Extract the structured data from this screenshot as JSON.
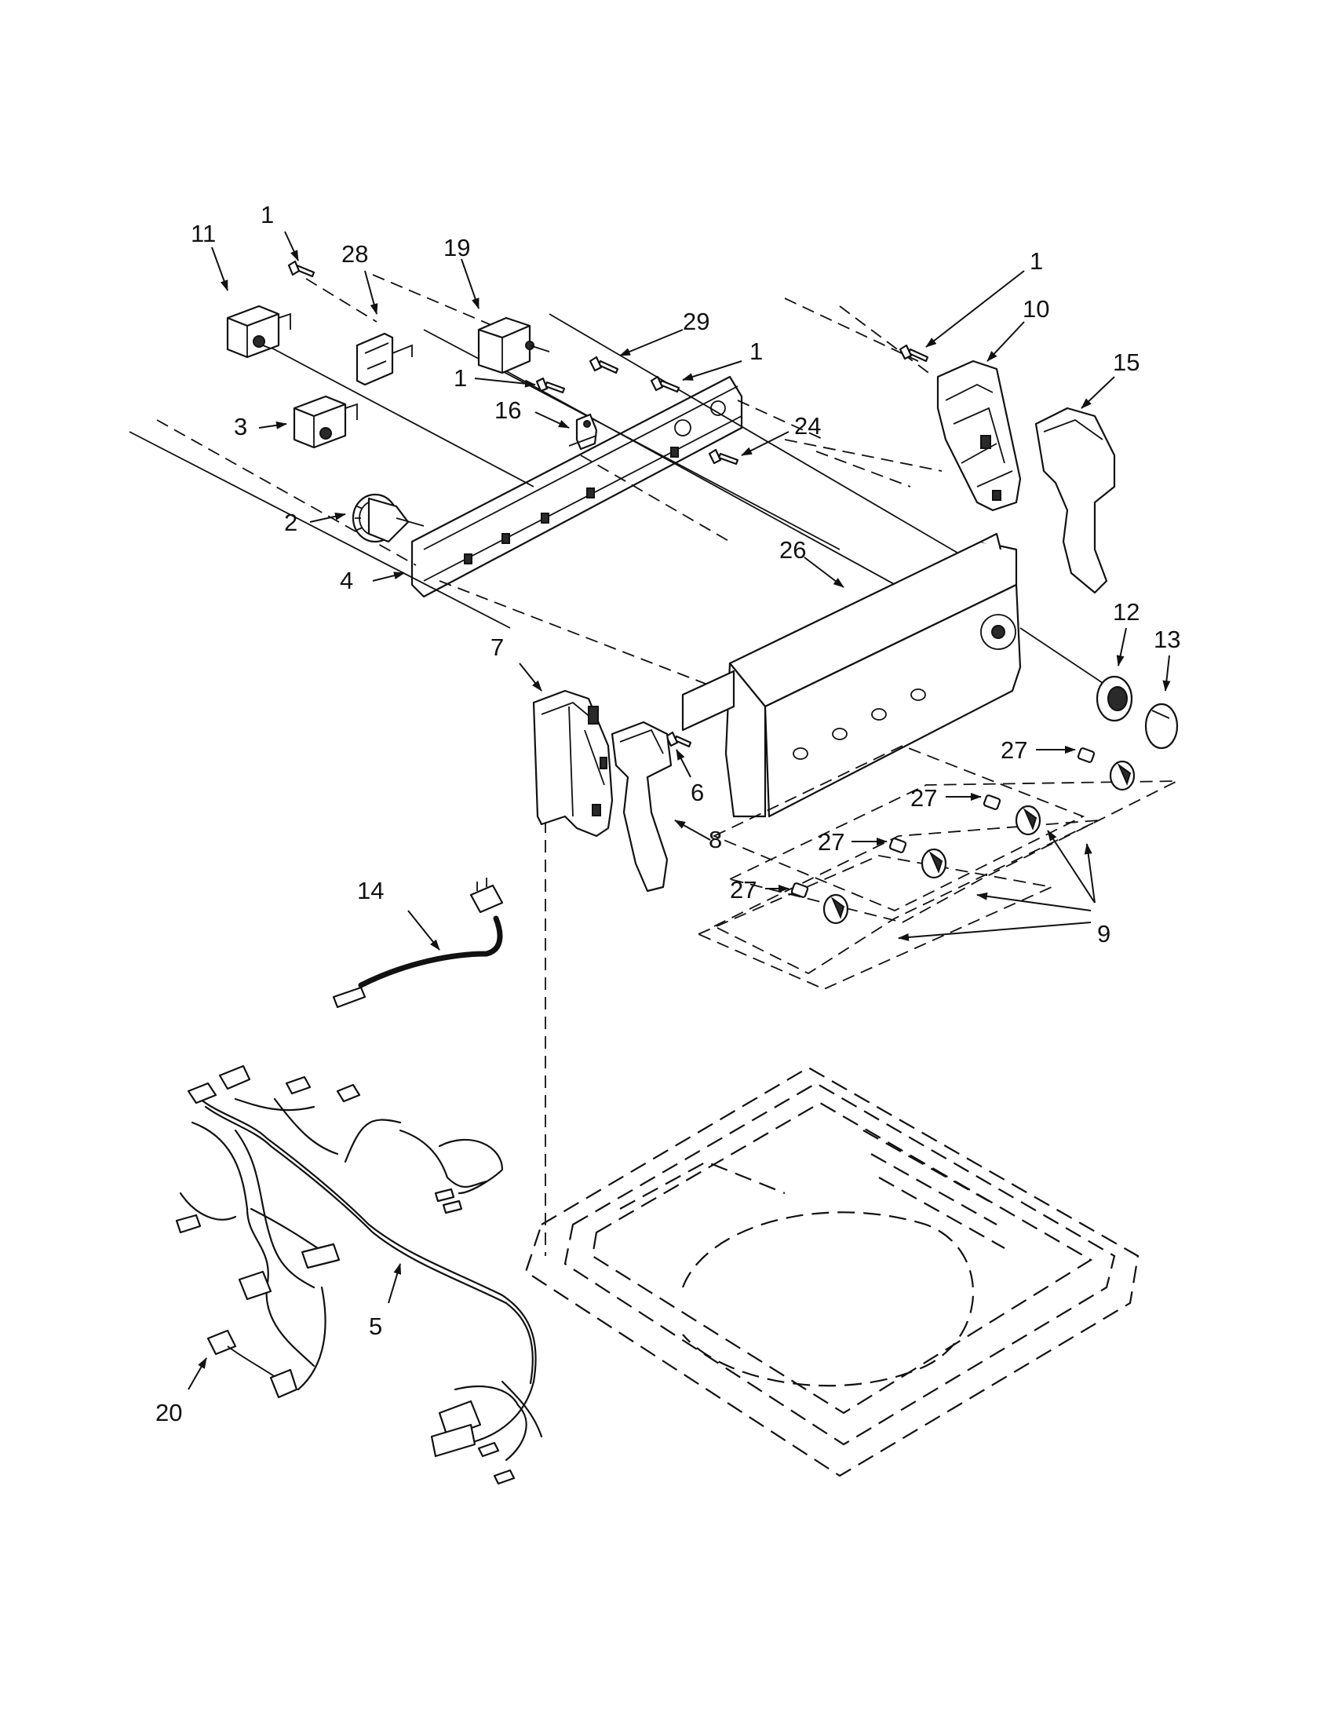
{
  "callouts": {
    "c1a": "1",
    "c1b": "1",
    "c1c": "1",
    "c1d": "1",
    "c2": "2",
    "c3": "3",
    "c4": "4",
    "c5": "5",
    "c6": "6",
    "c7": "7",
    "c8": "8",
    "c9": "9",
    "c10": "10",
    "c11": "11",
    "c12": "12",
    "c13": "13",
    "c14": "14",
    "c15": "15",
    "c16": "16",
    "c19": "19",
    "c20": "20",
    "c24": "24",
    "c26": "26",
    "c27a": "27",
    "c27b": "27",
    "c27c": "27",
    "c27d": "27",
    "c28": "28",
    "c29": "29"
  }
}
